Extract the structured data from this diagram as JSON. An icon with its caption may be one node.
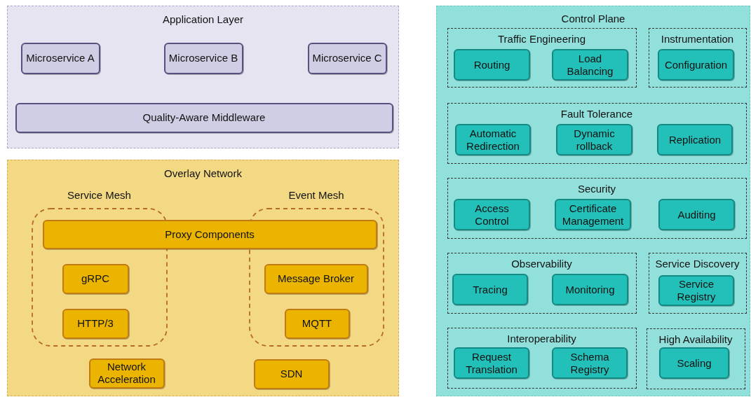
{
  "diagram": {
    "nodes": [
      {
        "text": [
          "Application Layer"
        ]
      },
      {
        "text": [
          "Microservice A"
        ],
        "in": 0
      },
      {
        "text": [
          "Microservice B"
        ],
        "in": 0
      },
      {
        "text": [
          "Microservice C"
        ],
        "in": 0
      },
      {
        "text": [
          "Quality-Aware Middleware"
        ],
        "in": 0
      },
      {
        "text": [
          "Overlay Network"
        ]
      },
      {
        "text": [
          "Service Mesh"
        ],
        "in": 5
      },
      {
        "text": [
          "Event Mesh"
        ],
        "in": 5
      },
      {
        "text": [
          "Proxy Components"
        ],
        "in": 5
      },
      {
        "text": [
          "gRPC"
        ],
        "in": 6
      },
      {
        "text": [
          "HTTP/3"
        ],
        "in": 6
      },
      {
        "text": [
          "Message Broker"
        ],
        "in": 7
      },
      {
        "text": [
          "MQTT"
        ],
        "in": 7
      },
      {
        "text": [
          "Network Acceleration"
        ],
        "in": 5
      },
      {
        "text": [
          "SDN"
        ],
        "in": 5
      },
      {
        "text": [
          "Control Plane"
        ]
      },
      {
        "text": [
          "Traffic Engineering"
        ],
        "in": 15
      },
      {
        "text": [
          "Routing"
        ],
        "in": 16
      },
      {
        "text": [
          "Load Balancing"
        ],
        "in": 16
      },
      {
        "text": [
          "Instrumentation"
        ],
        "in": 15
      },
      {
        "text": [
          "Configuration"
        ],
        "in": 19
      },
      {
        "text": [
          "Fault Tolerance"
        ],
        "in": 15
      },
      {
        "text": [
          "Automatic Redirection"
        ],
        "in": 21
      },
      {
        "text": [
          "Dynamic rollback"
        ],
        "in": 21
      },
      {
        "text": [
          "Replication"
        ],
        "in": 21
      },
      {
        "text": [
          "Security"
        ],
        "in": 15
      },
      {
        "text": [
          "Access Control"
        ],
        "in": 25
      },
      {
        "text": [
          "Certificate Management"
        ],
        "in": 25
      },
      {
        "text": [
          "Auditing"
        ],
        "in": 25
      },
      {
        "text": [
          "Observability"
        ],
        "in": 15
      },
      {
        "text": [
          "Tracing"
        ],
        "in": 29
      },
      {
        "text": [
          "Monitoring"
        ],
        "in": 29
      },
      {
        "text": [
          "Service Discovery"
        ],
        "in": 15
      },
      {
        "text": [
          "Service Registry"
        ],
        "in": 32
      },
      {
        "text": [
          "Interoperability"
        ],
        "in": 15
      },
      {
        "text": [
          "Request Translation"
        ],
        "in": 34
      },
      {
        "text": [
          "Schema Registry"
        ],
        "in": 34
      },
      {
        "text": [
          "High Availability"
        ],
        "in": 15
      },
      {
        "text": [
          "Scaling"
        ],
        "in": 37
      }
    ]
  }
}
